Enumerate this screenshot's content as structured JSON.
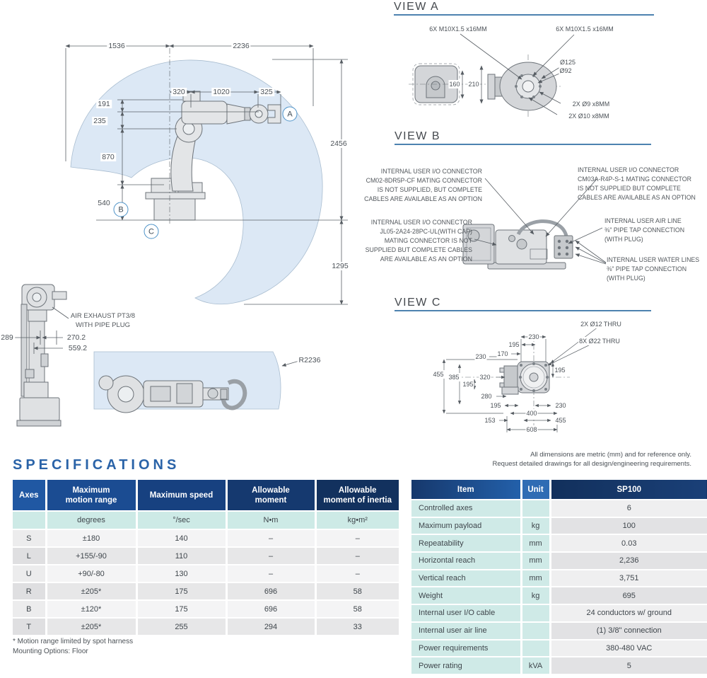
{
  "front_view": {
    "dim_1536": "1536",
    "dim_2236": "2236",
    "dim_320": "320",
    "dim_1020": "1020",
    "dim_325": "325",
    "dim_191": "191",
    "dim_235": "235",
    "dim_870": "870",
    "dim_540": "540",
    "dim_2456": "2456",
    "dim_1295": "1295",
    "label_a": "A",
    "label_b": "B",
    "label_c": "C"
  },
  "rear_view": {
    "air_exhaust": "AIR EXHAUST PT3/8\nWITH PIPE PLUG",
    "dim_289": "289",
    "dim_270": "270.2",
    "dim_559": "559.2"
  },
  "top_view": {
    "radius": "R2236"
  },
  "view_a": {
    "title": "VIEW A",
    "bolts_left": "6X M10X1.5  x16MM",
    "bolts_right": "6X M10X1.5  x16MM",
    "dia_125": "Ø125",
    "dia_92": "Ø92",
    "dim_160": "160",
    "dim_210": "210",
    "holes_9": "2X Ø9  x8MM",
    "holes_10": "2X Ø10  x8MM"
  },
  "view_b": {
    "title": "VIEW B",
    "callout_io_cm02": "INTERNAL USER I/O CONNECTOR\nCM02-8DR5P-CF MATING CONNECTOR\nIS NOT SUPPLIED, BUT COMPLETE\nCABLES ARE AVAILABLE AS AN OPTION",
    "callout_io_cm03": "INTERNAL USER I/O CONNECTOR\nCM03A-R4P-S-1 MATING CONNECTOR\nIS NOT SUPPLIED BUT COMPLETE\nCABLES ARE AVAILABLE AS AN OPTION",
    "callout_io_jl05": "INTERNAL USER I/O CONNECTOR\nJL05-2A24-28PC-UL(WITH CAP)\nMATING CONNECTOR IS NOT\nSUPPLIED BUT COMPLETE CABLES\nARE AVAILABLE AS AN OPTION",
    "callout_air": "INTERNAL USER AIR LINE\n⅜\" PIPE TAP CONNECTION\n(WITH PLUG)",
    "callout_water": "INTERNAL USER WATER LINES\n⅜\" PIPE TAP CONNECTION\n(WITH PLUG)"
  },
  "view_c": {
    "title": "VIEW C",
    "thru_12": "2X Ø12 THRU",
    "thru_22": "8X Ø22 THRU",
    "d230t": "230",
    "d195t": "195",
    "d170": "170",
    "d230l": "230",
    "d455l": "455",
    "d385": "385",
    "d320": "320",
    "d195l": "195",
    "d195r": "195",
    "d280": "280",
    "d195b": "195",
    "d230b": "230",
    "d400": "400",
    "d153": "153",
    "d455b": "455",
    "d608": "608"
  },
  "notes": {
    "line1": "All dimensions are metric (mm) and for reference only.",
    "line2": "Request detailed drawings for all design/engineering requirements."
  },
  "specifications": {
    "heading": "SPECIFICATIONS",
    "axes_table": {
      "headers": [
        "Axes",
        "Maximum\nmotion range",
        "Maximum speed",
        "Allowable\nmoment",
        "Allowable\nmoment of inertia"
      ],
      "units": [
        "",
        "degrees",
        "°/sec",
        "N•m",
        "kg•m²"
      ],
      "rows": [
        [
          "S",
          "±180",
          "140",
          "–",
          "–"
        ],
        [
          "L",
          "+155/-90",
          "110",
          "–",
          "–"
        ],
        [
          "U",
          "+90/-80",
          "130",
          "–",
          "–"
        ],
        [
          "R",
          "±205*",
          "175",
          "696",
          "58"
        ],
        [
          "B",
          "±120*",
          "175",
          "696",
          "58"
        ],
        [
          "T",
          "±205*",
          "255",
          "294",
          "33"
        ]
      ],
      "footnote1": "* Motion range limited by spot harness",
      "footnote2": "Mounting Options: Floor"
    },
    "item_table": {
      "headers": [
        "Item",
        "Unit",
        "SP100"
      ],
      "rows": [
        [
          "Controlled axes",
          "",
          "6"
        ],
        [
          "Maximum payload",
          "kg",
          "100"
        ],
        [
          "Repeatability",
          "mm",
          "0.03"
        ],
        [
          "Horizontal reach",
          "mm",
          "2,236"
        ],
        [
          "Vertical reach",
          "mm",
          "3,751"
        ],
        [
          "Weight",
          "kg",
          "695"
        ],
        [
          "Internal user I/O cable",
          "",
          "24 conductors w/ ground"
        ],
        [
          "Internal user air line",
          "",
          "(1) 3/8\" connection"
        ],
        [
          "Power requirements",
          "",
          "380-480 VAC"
        ],
        [
          "Power rating",
          "kVA",
          "5"
        ]
      ]
    }
  }
}
